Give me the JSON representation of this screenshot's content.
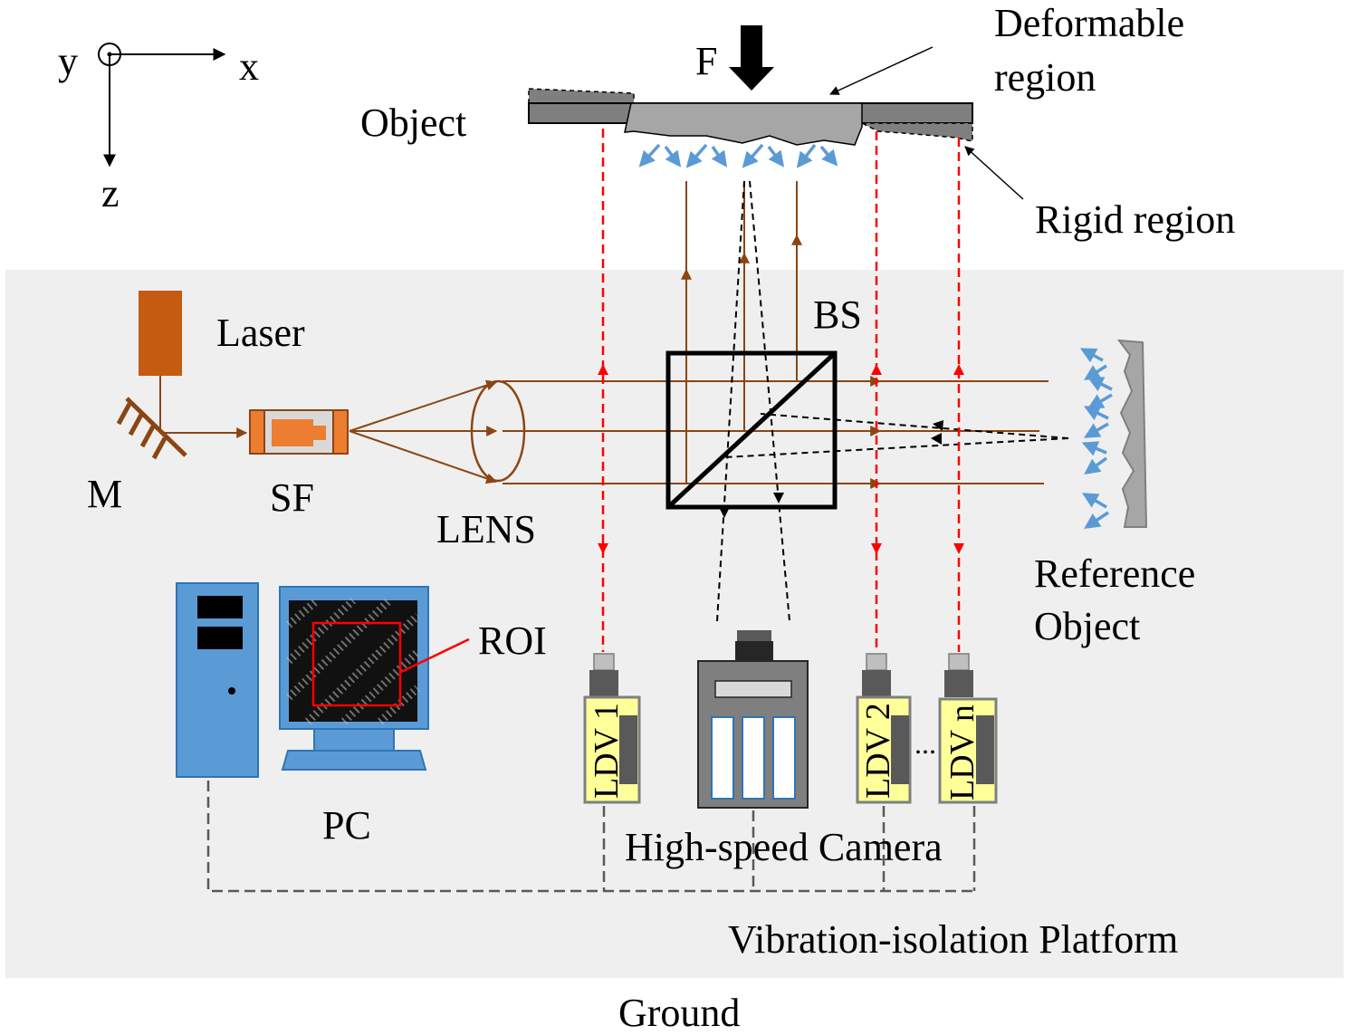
{
  "labels": {
    "axis_y": "y",
    "axis_x": "x",
    "axis_z": "z",
    "force": "F",
    "object": "Object",
    "deformable_region": [
      "Deformable",
      "region"
    ],
    "rigid_region": "Rigid region",
    "laser": "Laser",
    "mirror": "M",
    "spatial_filter": "SF",
    "lens": "LENS",
    "beam_splitter": "BS",
    "reference_object": [
      "Reference",
      "Object"
    ],
    "roi": "ROI",
    "pc": "PC",
    "ldv_1": "LDV 1",
    "ldv_2": "LDV 2",
    "ldv_n": "LDV n",
    "ellipsis": "...",
    "camera": "High-speed Camera",
    "platform": "Vibration-isolation Platform",
    "ground": "Ground"
  },
  "colors": {
    "platform_bg": "#efefef",
    "laser_body": "#c55a11",
    "beam": "#8b4513",
    "ldv_beam": "#ff0000",
    "scatter_arrow": "#5b9bd5",
    "pc_blue": "#5b9bd5",
    "ldv_yellow": "#ffff99",
    "camera_gray": "#7f7f7f",
    "sf_orange": "#ed7d31"
  }
}
